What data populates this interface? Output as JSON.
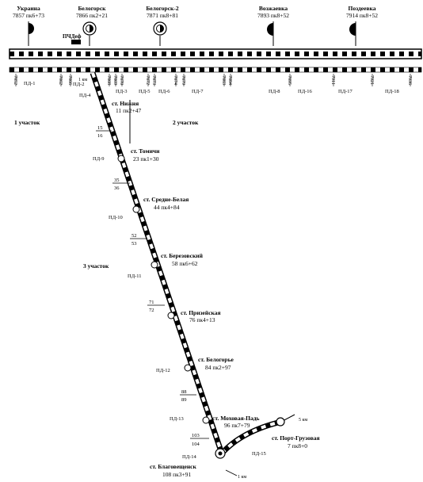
{
  "top_stations": [
    {
      "name": "Украина",
      "pk": "7857 пк6+73"
    },
    {
      "name": "Белогорск",
      "pk": "7866 пк2+21"
    },
    {
      "name": "Белогорск-2",
      "pk": "7871 пк8+81"
    },
    {
      "name": "Возжаевка",
      "pk": "7893 пк8+52"
    },
    {
      "name": "Поздеевка",
      "pk": "7914 пк8+52"
    }
  ],
  "ptcd_label": "ПЧДеф",
  "km_ticks": [
    "7852",
    "7862",
    "7866",
    "7868",
    "7869",
    "7870",
    "7872",
    "7873",
    "7874",
    "7879",
    "7883",
    "7884",
    "7895",
    "7911",
    "7921",
    "7936"
  ],
  "top_sections": [
    "ПД-1",
    "ПД-2",
    "ПД-4",
    "ПД-3",
    "ПД-5",
    "ПД-6",
    "ПД-7",
    "ПД-8",
    "ПД-16",
    "ПД-17",
    "ПД-18"
  ],
  "km1_top": "1 км",
  "zones": [
    "1 участок",
    "2 участок",
    "3 участок"
  ],
  "line_stations": [
    {
      "name": "ст. Нижня",
      "pk": "11 пк2+47"
    },
    {
      "name": "ст. Томичи",
      "pk": "23 пк1+30"
    },
    {
      "name": "ст. Средне-Белая",
      "pk": "44 пк4+84"
    },
    {
      "name": "ст. Березовский",
      "pk": "58 пк6+62"
    },
    {
      "name": "ст. Призейская",
      "pk": "76 пк4+13"
    },
    {
      "name": "ст. Белогорье",
      "pk": "84 пк2+97"
    },
    {
      "name": "ст. Моховая-Падь",
      "pk": "96 пк7+79"
    },
    {
      "name": "ст. Благовещенск",
      "pk": "108 пк3+91"
    },
    {
      "name": "ст. Порт-Грузовая",
      "pk": "7 пк8+0"
    }
  ],
  "line_sections": [
    "ПД-9",
    "ПД-10",
    "ПД-11",
    "ПД-12",
    "ПД-13",
    "ПД-14",
    "ПД-15"
  ],
  "boundaries": [
    {
      "top": "15",
      "bottom": "16"
    },
    {
      "top": "35",
      "bottom": "36"
    },
    {
      "top": "52",
      "bottom": "53"
    },
    {
      "top": "71",
      "bottom": "72"
    },
    {
      "top": "88",
      "bottom": "89"
    },
    {
      "top": "103",
      "bottom": "104"
    }
  ],
  "km1_bottom": "1 км",
  "km5": "5 км"
}
